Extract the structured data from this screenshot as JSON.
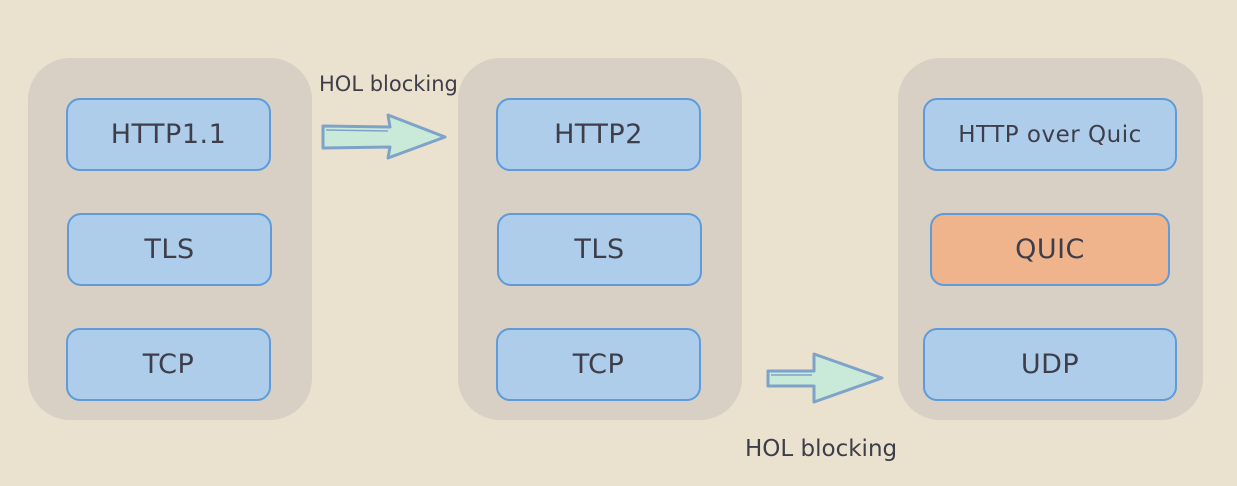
{
  "stacks": [
    {
      "layers": [
        "HTTP1.1",
        "TLS",
        "TCP"
      ]
    },
    {
      "layers": [
        "HTTP2",
        "TLS",
        "TCP"
      ]
    },
    {
      "layers": [
        "HTTP over Quic",
        "QUIC",
        "UDP"
      ]
    }
  ],
  "arrows": [
    {
      "label": "HOL blocking"
    },
    {
      "label": "HOL blocking"
    }
  ],
  "colors": {
    "background": "#eae1ce",
    "panel": "#d8d0c4",
    "layer_fill": "#aecdea",
    "layer_border": "#5f9bd8",
    "quic_fill": "#efb48b",
    "arrow_fill": "#c9ead8",
    "arrow_stroke": "#7fa3c8",
    "text": "#3e3e4a"
  }
}
